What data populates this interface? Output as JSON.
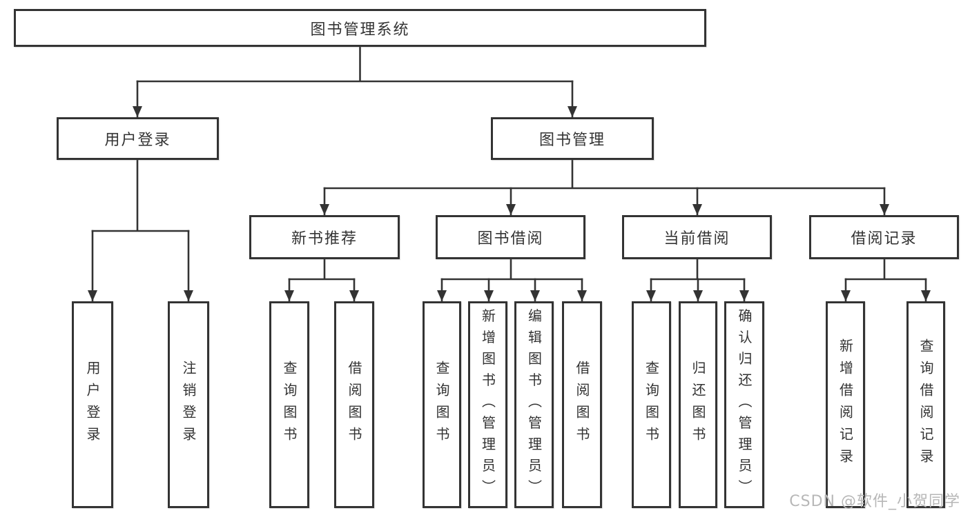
{
  "diagram": {
    "type": "functional-structure-tree",
    "watermark": "CSDN @软件_小贺同学",
    "colors": {
      "line": "#333333",
      "box_border": "#333333",
      "box_background": "#ffffff",
      "watermark": "#b7b7b7"
    },
    "hierarchy": {
      "图书管理系统": {
        "用户登录": [
          "用户登录",
          "注销登录"
        ],
        "图书管理": {
          "新书推荐": [
            "查询图书",
            "借阅图书"
          ],
          "图书借阅": [
            "查询图书",
            "新增图书（管理员）",
            "编辑图书（管理员）",
            "借阅图书"
          ],
          "当前借阅": [
            "查询图书",
            "归还图书",
            "确认归还（管理员）"
          ],
          "借阅记录": [
            "新增借阅记录",
            "查询借阅记录"
          ]
        }
      }
    }
  },
  "nodes": {
    "root": {
      "label": "图书管理系统"
    },
    "user_login": {
      "label": "用户登录"
    },
    "book_mgmt": {
      "label": "图书管理"
    },
    "new_book_rec": {
      "label": "新书推荐"
    },
    "book_borrow": {
      "label": "图书借阅"
    },
    "current_borrow": {
      "label": "当前借阅"
    },
    "borrow_record": {
      "label": "借阅记录"
    },
    "leaf_user_login": {
      "label": "用户登录"
    },
    "leaf_logout": {
      "label": "注销登录"
    },
    "leaf_nb_query": {
      "label": "查询图书"
    },
    "leaf_nb_borrow": {
      "label": "借阅图书"
    },
    "leaf_bb_query": {
      "label": "查询图书"
    },
    "leaf_bb_add": {
      "label": "新增图书（管理员）"
    },
    "leaf_bb_edit": {
      "label": "编辑图书（管理员）"
    },
    "leaf_bb_borrow": {
      "label": "借阅图书"
    },
    "leaf_cb_query": {
      "label": "查询图书"
    },
    "leaf_cb_return": {
      "label": "归还图书"
    },
    "leaf_cb_confirm": {
      "label": "确认归还（管理员）"
    },
    "leaf_br_add": {
      "label": "新增借阅记录"
    },
    "leaf_br_query": {
      "label": "查询借阅记录"
    }
  }
}
